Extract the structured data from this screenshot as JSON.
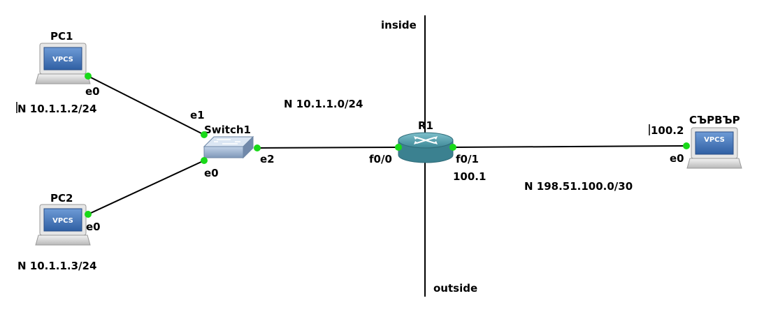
{
  "nodes": {
    "pc1": {
      "name": "PC1",
      "badge": "VPCS",
      "port": "e0",
      "network": "N 10.1.1.2/24"
    },
    "pc2": {
      "name": "PC2",
      "badge": "VPCS",
      "port": "e0",
      "network": "N 10.1.1.3/24"
    },
    "switch1": {
      "name": "Switch1",
      "ports": {
        "e1": "e1",
        "e0": "e0",
        "e2": "e2"
      }
    },
    "r1": {
      "name": "R1",
      "ports": {
        "f00": "f0/0",
        "f01": "f0/1"
      },
      "address": "100.1"
    },
    "server": {
      "name": "СЪРВЪР",
      "badge": "VPCS",
      "port": "e0",
      "address": "100.2"
    }
  },
  "zones": {
    "inside": "inside",
    "outside": "outside"
  },
  "networks": {
    "lan": "N 10.1.1.0/24",
    "wan": "N 198.51.100.0/30"
  },
  "colors": {
    "port": "#19d919",
    "link": "#000000",
    "vpcs_screen": "#3f6fb0",
    "router": "#4f9aa8",
    "switch": "#8ea6c4"
  }
}
